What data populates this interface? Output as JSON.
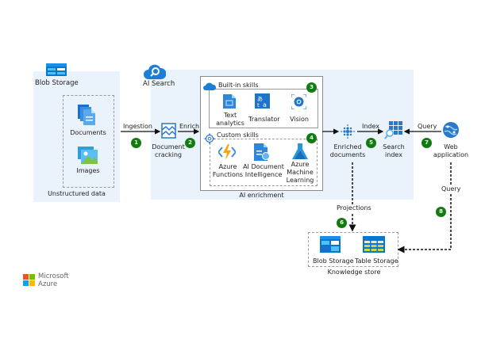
{
  "diagram": {
    "blob_storage": {
      "title": "Blob Storage",
      "group_label": "Unstructured data",
      "items": [
        "Documents",
        "Images"
      ]
    },
    "ai_search": {
      "title": "AI Search"
    },
    "document_cracking": "Document\ncracking",
    "ai_enrichment": {
      "label": "AI enrichment",
      "builtin": {
        "title": "Built-in skills",
        "items": [
          "Text\nanalytics",
          "Translator",
          "Vision"
        ]
      },
      "custom": {
        "title": "Custom skills",
        "items": [
          "Azure\nFunctions",
          "AI Document\nIntelligence",
          "Azure\nMachine\nLearning"
        ]
      }
    },
    "enriched_documents": "Enriched\ndocuments",
    "search_index": "Search\nindex",
    "web_application": "Web\napplication",
    "knowledge_store": {
      "label": "Knowledge store",
      "items": [
        "Blob Storage",
        "Table Storage"
      ]
    },
    "edges": {
      "ingestion": "Ingestion",
      "enrich": "Enrich",
      "index": "Index",
      "query_top": "Query",
      "query_side": "Query",
      "projections": "Projections"
    },
    "steps": [
      "1",
      "2",
      "3",
      "4",
      "5",
      "6",
      "7",
      "8"
    ],
    "logo": {
      "line1": "Microsoft",
      "line2": "Azure"
    },
    "colors": {
      "region_bg": "#eaf2fb",
      "step_badge": "#107c10",
      "azure_blue": "#0078d4"
    }
  }
}
